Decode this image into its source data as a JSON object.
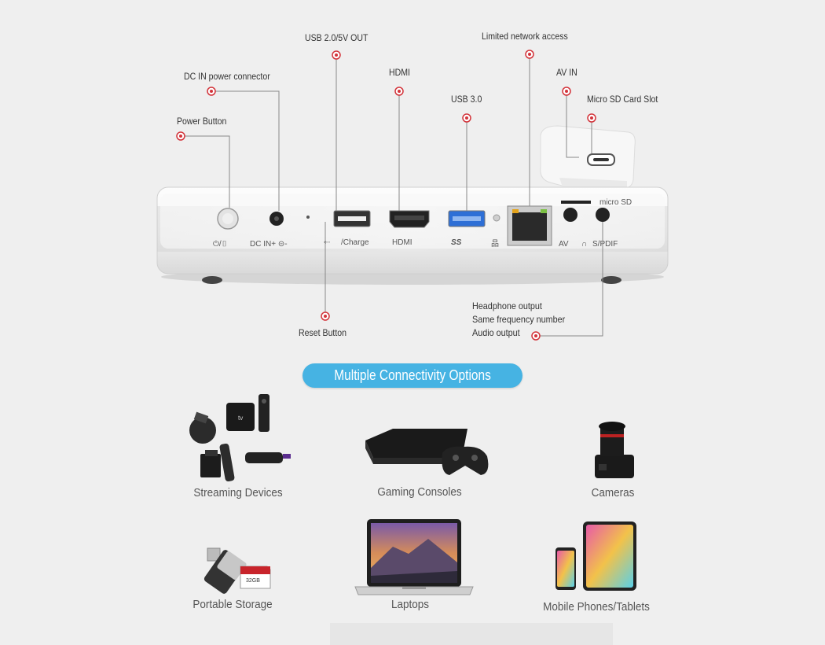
{
  "callouts": {
    "usb2": "USB 2.0/5V OUT",
    "network": "Limited network access",
    "hdmi": "HDMI",
    "avin": "AV IN",
    "dcin": "DC IN power connector",
    "usb3": "USB 3.0",
    "microsd_slot": "Micro SD Card Slot",
    "power": "Power Button",
    "reset": "Reset Button",
    "audio": "Headphone output\nSame frequency number\nAudio output"
  },
  "device_labels": {
    "power": "⏻/▯",
    "dcin": "DC IN+ ⊝-",
    "usb_charge": "/Charge",
    "hdmi": "HDMI",
    "usb3": "SS",
    "av": "AV",
    "spdif": "S/PDIF",
    "microsd": "micro SD"
  },
  "banner": "Multiple Connectivity Options",
  "categories": [
    {
      "label": "Streaming Devices",
      "icon": "streaming-devices-icon"
    },
    {
      "label": "Gaming Consoles",
      "icon": "gaming-console-icon"
    },
    {
      "label": "Cameras",
      "icon": "camera-icon"
    },
    {
      "label": "Portable Storage",
      "icon": "portable-storage-icon"
    },
    {
      "label": "Laptops",
      "icon": "laptop-icon"
    },
    {
      "label": "Mobile Phones/Tablets",
      "icon": "mobile-tablet-icon"
    }
  ],
  "colors": {
    "accent": "#46b3e3",
    "marker": "#d3333a"
  }
}
